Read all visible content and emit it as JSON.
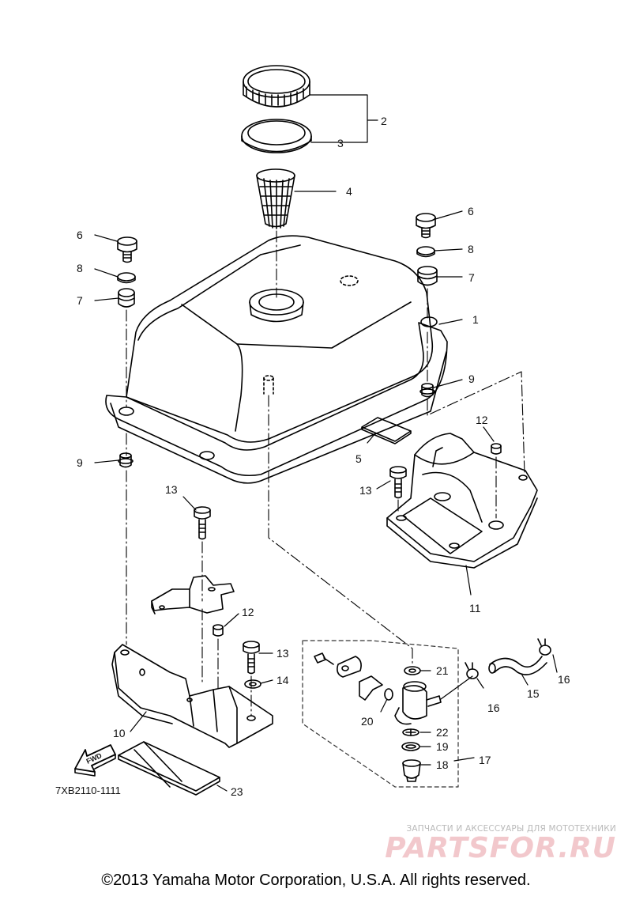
{
  "diagram": {
    "callouts": {
      "c1": "1",
      "c2": "2",
      "c3": "3",
      "c4": "4",
      "c5": "5",
      "c6a": "6",
      "c6b": "6",
      "c7a": "7",
      "c7b": "7",
      "c8a": "8",
      "c8b": "8",
      "c9a": "9",
      "c9b": "9",
      "c10": "10",
      "c11": "11",
      "c12a": "12",
      "c12b": "12",
      "c13a": "13",
      "c13b": "13",
      "c13c": "13",
      "c14": "14",
      "c15": "15",
      "c16a": "16",
      "c16b": "16",
      "c17": "17",
      "c18": "18",
      "c19": "19",
      "c20": "20",
      "c21": "21",
      "c22": "22",
      "c23": "23"
    },
    "fwd_label": "FWD",
    "part_code": "7XB2110-1111"
  },
  "watermark": {
    "tagline": "ЗАПЧАСТИ И АКСЕССУАРЫ ДЛЯ МОТОТЕХНИКИ",
    "logo": "PARTSFOR.RU"
  },
  "copyright": "©2013 Yamaha Motor Corporation, U.S.A. All rights reserved."
}
